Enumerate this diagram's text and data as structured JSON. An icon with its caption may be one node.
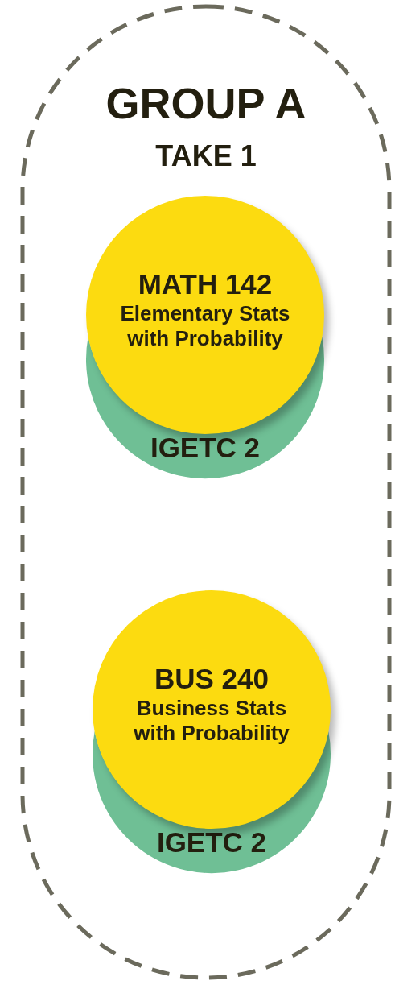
{
  "diagram": {
    "nodes": [
      {
        "text": [
          "GROUP A",
          "TAKE 1"
        ]
      },
      {
        "text": [
          "MATH 142",
          "Elementary Stats with Probability"
        ],
        "in": 0
      },
      {
        "text": [
          "IGETC 2"
        ],
        "in": 0
      },
      {
        "text": [
          "BUS 240",
          "Business Stats with Probability"
        ],
        "in": 0
      },
      {
        "text": [
          "IGETC 2"
        ],
        "in": 0
      }
    ]
  }
}
